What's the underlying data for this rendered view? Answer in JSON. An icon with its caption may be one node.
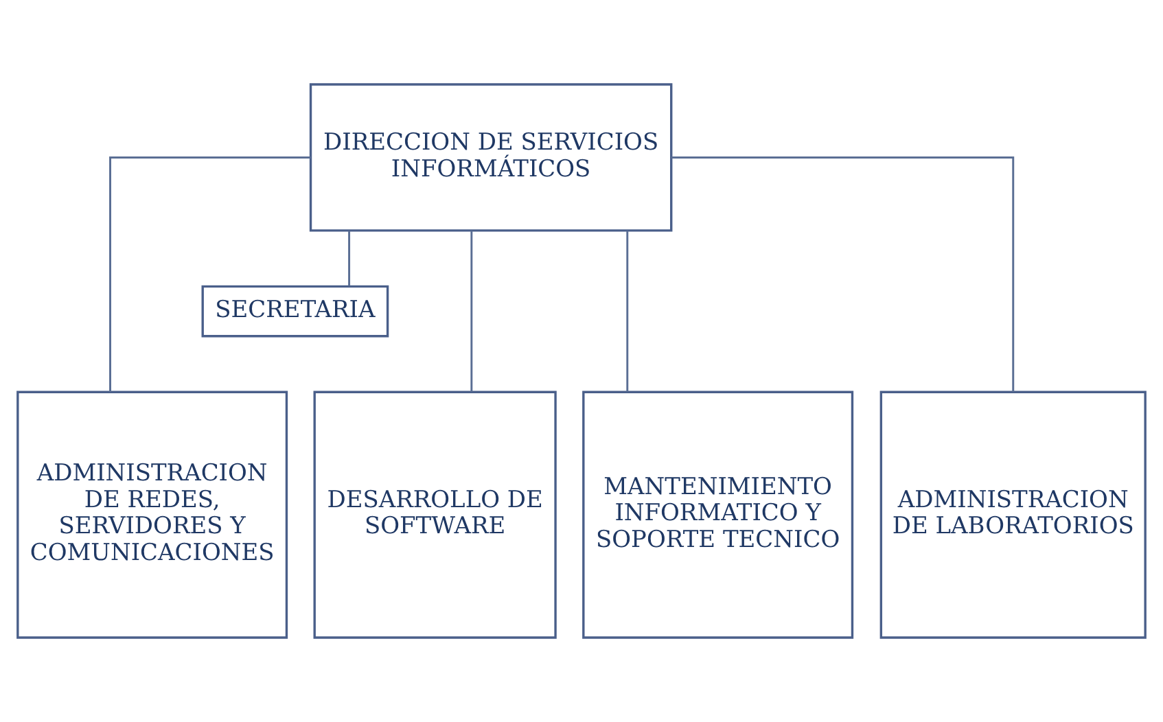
{
  "diagram": {
    "nodes": [
      {
        "text": [
          "DIRECCION DE SERVICIOS INFORMÁTICOS"
        ]
      },
      {
        "text": [
          "SECRETARIA"
        ]
      },
      {
        "text": [
          "ADMINISTRACION DE REDES, SERVIDORES Y COMUNICACIONES"
        ]
      },
      {
        "text": [
          "DESARROLLO DE SOFTWARE"
        ]
      },
      {
        "text": [
          "MANTENIMIENTO INFORMATICO Y SOPORTE TECNICO"
        ]
      },
      {
        "text": [
          "ADMINISTRACION DE LABORATORIOS"
        ]
      }
    ],
    "edges": [
      {
        "from": 0,
        "to": 1,
        "arrow": "none"
      },
      {
        "from": 0,
        "to": 2,
        "arrow": "none"
      },
      {
        "from": 0,
        "to": 3,
        "arrow": "none"
      },
      {
        "from": 0,
        "to": 4,
        "arrow": "none"
      },
      {
        "from": 0,
        "to": 5,
        "arrow": "none"
      }
    ]
  }
}
